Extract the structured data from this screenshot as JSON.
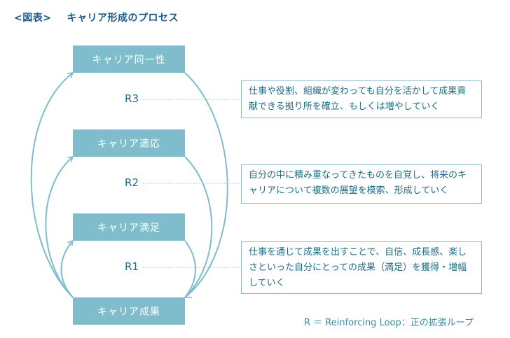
{
  "header": {
    "figure_label": "<図表>",
    "title": "キャリア形成のプロセス"
  },
  "stages": [
    {
      "id": "identity",
      "label": "キャリア同一性"
    },
    {
      "id": "adaptation",
      "label": "キャリア適応"
    },
    {
      "id": "satisfaction",
      "label": "キャリア満足"
    },
    {
      "id": "outcome",
      "label": "キャリア成果"
    }
  ],
  "loops": [
    {
      "id": "R3",
      "label": "R3",
      "from": "outcome",
      "to": "identity",
      "description": "仕事や役割、組織が変わっても自分を活かして成果貢献できる拠り所を確立、もしくは増やしていく"
    },
    {
      "id": "R2",
      "label": "R2",
      "from": "outcome",
      "to": "adaptation",
      "description": "自分の中に積み重なってきたものを自覚し、将来のキャリアについて複数の展望を模索、形成していく"
    },
    {
      "id": "R1",
      "label": "R1",
      "from": "outcome",
      "to": "satisfaction",
      "description": "仕事を通じて成果を出すことで、自信、成長感、楽しさといった自分にとっての成果（満足）を獲得・増幅していく"
    }
  ],
  "legend": "R ＝ Reinforcing Loop：正の拡張ループ",
  "colors": {
    "box_fill": "#7fbccc",
    "arrow": "#7fbccc",
    "title_text": "#1d5b87",
    "body_text": "#1e6c85",
    "desc_border": "#8ab9c7"
  }
}
